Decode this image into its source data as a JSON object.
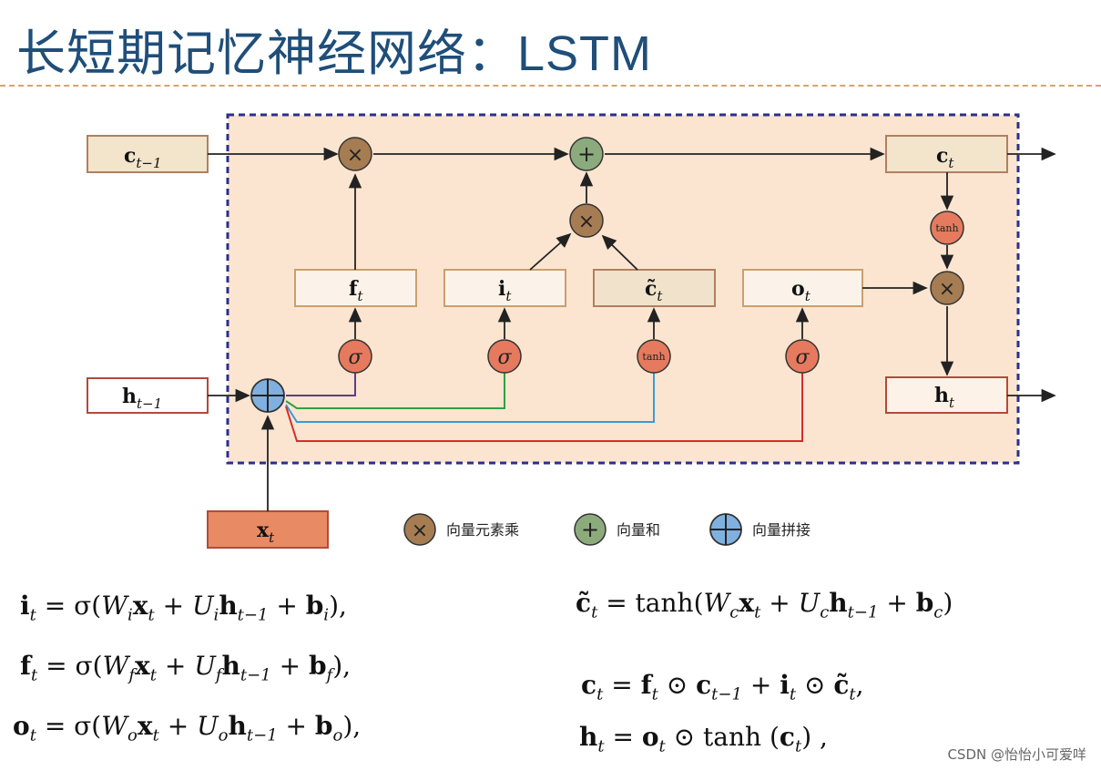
{
  "title": "长短期记忆神经网络：LSTM",
  "boxes": {
    "c_prev": {
      "main": "c",
      "sub": "t−1"
    },
    "c_t": {
      "main": "c",
      "sub": "t"
    },
    "f_t": {
      "main": "f",
      "sub": "t"
    },
    "i_t": {
      "main": "i",
      "sub": "t"
    },
    "c_tilde": {
      "main": "c̃",
      "sub": "t"
    },
    "o_t": {
      "main": "o",
      "sub": "t"
    },
    "h_prev": {
      "main": "h",
      "sub": "t−1"
    },
    "h_t": {
      "main": "h",
      "sub": "t"
    },
    "x_t": {
      "main": "x",
      "sub": "t"
    }
  },
  "nodes": {
    "sigma": "σ",
    "tanh": "tanh",
    "multiply": "×",
    "add": "+"
  },
  "legend": {
    "multiply_label": "向量元素乘",
    "add_label": "向量和",
    "concat_label": "向量拼接"
  },
  "equations": {
    "i": {
      "lhs": "i",
      "lhs_sub": "t",
      "body_1": " = σ(",
      "W": "W",
      "W_sub": "i",
      "x": "x",
      "x_sub": "t",
      "plus1": " + ",
      "U": "U",
      "U_sub": "i",
      "h": "h",
      "h_sub": "t−1",
      "plus2": " + ",
      "b": "b",
      "b_sub": "i",
      "end": "),"
    },
    "f": {
      "lhs": "f",
      "lhs_sub": "t",
      "body_1": " = σ(",
      "W": "W",
      "W_sub": "f",
      "x": "x",
      "x_sub": "t",
      "plus1": " + ",
      "U": "U",
      "U_sub": "f",
      "h": "h",
      "h_sub": "t−1",
      "plus2": " + ",
      "b": "b",
      "b_sub": "f",
      "end": "),"
    },
    "o": {
      "lhs": "o",
      "lhs_sub": "t",
      "body_1": " = σ(",
      "W": "W",
      "W_sub": "o",
      "x": "x",
      "x_sub": "t",
      "plus1": " + ",
      "U": "U",
      "U_sub": "o",
      "h": "h",
      "h_sub": "t−1",
      "plus2": " + ",
      "b": "b",
      "b_sub": "o",
      "end": "),"
    },
    "c_tilde": {
      "lhs": "c̃",
      "lhs_sub": "t",
      "body_1": " = tanh(",
      "W": "W",
      "W_sub": "c",
      "x": "x",
      "x_sub": "t",
      "plus1": " + ",
      "U": "U",
      "U_sub": "c",
      "h": "h",
      "h_sub": "t−1",
      "plus2": " + ",
      "b": "b",
      "b_sub": "c",
      "end": ")"
    },
    "c": {
      "text": "c",
      "t_sub": "t",
      "eq": " = ",
      "f": "f",
      "f_sub": "t",
      "odot1": " ⊙ ",
      "c_prev": "c",
      "c_prev_sub": "t−1",
      "plus": " + ",
      "i": "i",
      "i_sub": "t",
      "odot2": " ⊙ ",
      "ct": "c̃",
      "ct_sub": "t",
      "end": ","
    },
    "h": {
      "text": "h",
      "t_sub": "t",
      "eq": " = ",
      "o": "o",
      "o_sub": "t",
      "odot": " ⊙ ",
      "tanh": "tanh (",
      "c": "c",
      "c_sub": "t",
      "end": ") ,"
    }
  },
  "watermark": "CSDN @怡怡小可爱咩",
  "colors": {
    "cell_bg": "#fbe5d0",
    "cell_border": "#2b2f8f",
    "multiply": "#a67c52",
    "add": "#8bab7d",
    "concat": "#7fb0e0",
    "sigma": "#e57a5f",
    "x_box": "#e88a64",
    "line_purple": "#5a3d8a",
    "line_green": "#2ea043",
    "line_blue": "#3a9ad9",
    "line_red": "#d62c2c"
  }
}
